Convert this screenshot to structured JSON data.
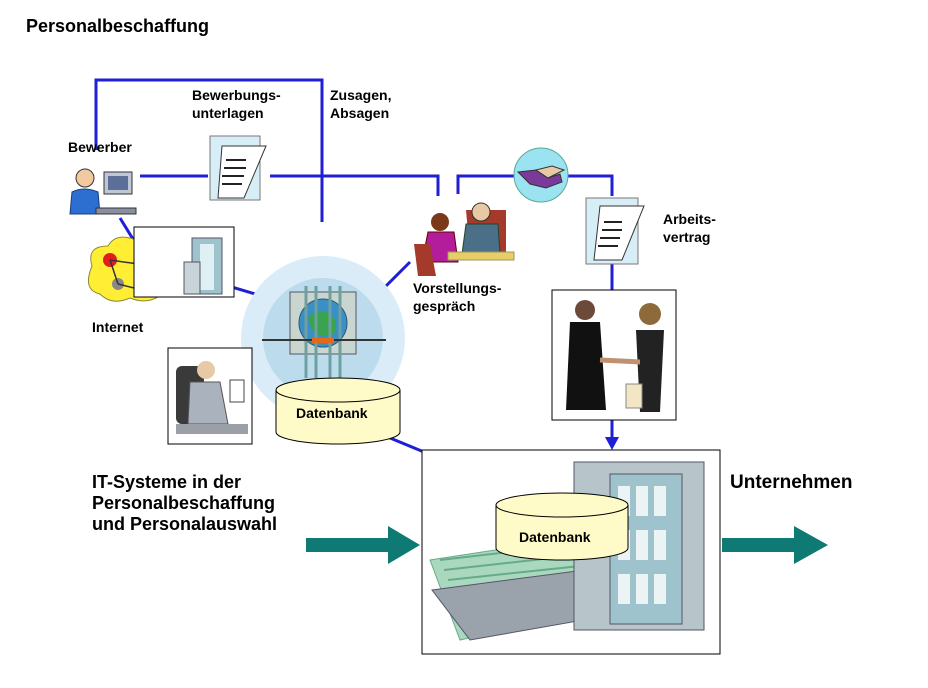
{
  "title": "Personalbeschaffung",
  "labels": {
    "bewerber": "Bewerber",
    "bewerbungsunterlagen": [
      "Bewerbungs-",
      "unterlagen"
    ],
    "zusagen_absagen": [
      "Zusagen,",
      "Absagen"
    ],
    "arbeitsvertrag": [
      "Arbeits-",
      "vertrag"
    ],
    "vorstellungsgespraech": [
      "Vorstellungs-",
      "gespräch"
    ],
    "internet": "Internet",
    "it_systeme": [
      "IT-Systeme in der",
      "Personalbeschaffung",
      "und Personalauswahl"
    ],
    "unternehmen": "Unternehmen"
  },
  "databases": {
    "db1": "Datenbank",
    "db2": "Datenbank"
  },
  "colors": {
    "line": "#1f1fd6",
    "arrow": "#0f7a73",
    "db_fill": "#fffbc8",
    "cloud": "#ffee33",
    "building": "#9fc3cc"
  }
}
